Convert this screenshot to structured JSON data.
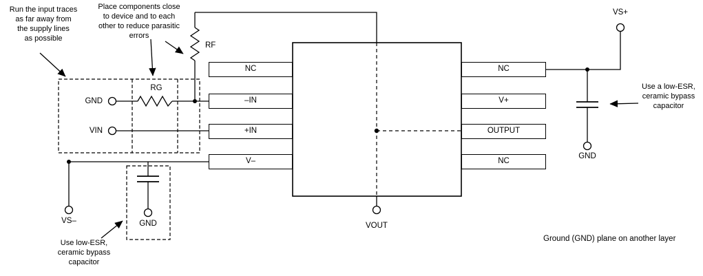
{
  "labels": {
    "rf": "RF",
    "rg": "RG",
    "gnd_input": "GND",
    "vin": "VIN",
    "vs_minus": "VS–",
    "gnd_cap_bottom": "GND",
    "vout": "VOUT",
    "vs_plus": "VS+",
    "gnd_cap_right": "GND"
  },
  "pads": {
    "left": [
      "NC",
      "–IN",
      "+IN",
      "V–"
    ],
    "right": [
      "NC",
      "V+",
      "OUTPUT",
      "NC"
    ]
  },
  "notes": {
    "input_traces": "Run the input traces\nas far away from\nthe supply lines\nas possible",
    "place_components": "Place components close\nto device and to each\nother to reduce parasitic\nerrors",
    "bypass_left": "Use low-ESR,\nceramic bypass\ncapacitor",
    "bypass_right": "Use a low-ESR,\nceramic bypass\ncapacitor",
    "ground_plane": "Ground (GND) plane on another layer"
  },
  "colors": {
    "line": "#000000",
    "background": "#ffffff"
  }
}
